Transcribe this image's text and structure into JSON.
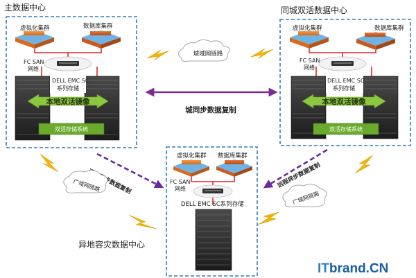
{
  "centers": {
    "primary": {
      "title": "主数据中心"
    },
    "same_city": {
      "title": "同城双活数据中心"
    },
    "remote": {
      "title": "异地容灾数据中心"
    }
  },
  "clusters": {
    "virtualization": "虚拟化集群",
    "database": "数据库集群"
  },
  "san": {
    "line1": "FC SAN",
    "line2": "网络"
  },
  "storage": {
    "line1": "DELL EMC SC",
    "line2": "系列存储",
    "remote_label": "DELL EMC SC系列存储"
  },
  "mirror_label": "本地双活镜像",
  "active_active_label": "双活存储系统",
  "links": {
    "metro": "城域网链路",
    "wan_left": "广域网链路",
    "wan_right": "广域网链路"
  },
  "replication": {
    "sync": "城同步数据复制",
    "async_left": "远程异步数据复制",
    "async_right": "远程异步数据复制"
  },
  "watermark": {
    "it": "IT",
    "rest": "brand.CN"
  },
  "colors": {
    "dashed_border": "#2f7fbf",
    "sync_arrow": "#7b2d8e",
    "async_arrow": "#6a2a9a",
    "red_line": "#e0262c",
    "mirror_green": "#8dc63f",
    "storage_bar_green": "#6aab2e",
    "lightning": "#f2b705",
    "cloud": "#ffffff",
    "virtual_tile": "#e87b25",
    "db_tile": "#d05a20",
    "tile_top_blue": "#5fa8de"
  }
}
